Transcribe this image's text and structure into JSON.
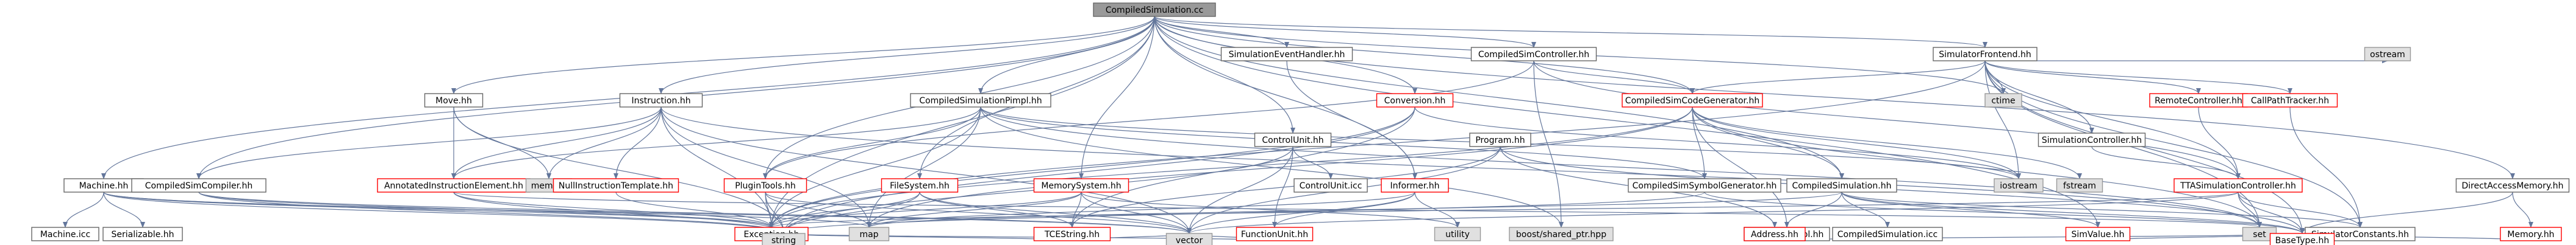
{
  "graph": {
    "colors": {
      "edge": "#63769b",
      "root_fill": "#999999",
      "root_border": "#666666",
      "normal_fill": "#ffffff",
      "normal_border": "#666666",
      "red_border": "#ff0000",
      "system_fill": "#e0e0e0",
      "system_border": "#999999"
    },
    "nodes": [
      {
        "id": "root",
        "label": "CompiledSimulation.cc",
        "style": "root"
      },
      {
        "id": "Machine",
        "label": "Machine.hh",
        "style": "normal"
      },
      {
        "id": "MachineIcc",
        "label": "Machine.icc",
        "style": "normal"
      },
      {
        "id": "Serializable",
        "label": "Serializable.hh",
        "style": "normal"
      },
      {
        "id": "CSCompiler",
        "label": "CompiledSimCompiler.hh",
        "style": "normal"
      },
      {
        "id": "Move",
        "label": "Move.hh",
        "style": "normal"
      },
      {
        "id": "Instruction",
        "label": "Instruction.hh",
        "style": "normal"
      },
      {
        "id": "AnnotatedIE",
        "label": "AnnotatedInstructionElement.hh",
        "style": "red"
      },
      {
        "id": "memory",
        "label": "memory",
        "style": "system"
      },
      {
        "id": "NullIT",
        "label": "NullInstructionTemplate.hh",
        "style": "red"
      },
      {
        "id": "CSimpl",
        "label": "CompiledSimulationPimpl.hh",
        "style": "normal"
      },
      {
        "id": "PluginTools",
        "label": "PluginTools.hh",
        "style": "red"
      },
      {
        "id": "FileSystem",
        "label": "FileSystem.hh",
        "style": "red"
      },
      {
        "id": "MemorySystem",
        "label": "MemorySystem.hh",
        "style": "red"
      },
      {
        "id": "SimEventHandler",
        "label": "SimulationEventHandler.hh",
        "style": "normal"
      },
      {
        "id": "ControlUnit",
        "label": "ControlUnit.hh",
        "style": "normal"
      },
      {
        "id": "ControlUnitIcc",
        "label": "ControlUnit.icc",
        "style": "normal"
      },
      {
        "id": "Conversion",
        "label": "Conversion.hh",
        "style": "red"
      },
      {
        "id": "Informer",
        "label": "Informer.hh",
        "style": "red"
      },
      {
        "id": "Program",
        "label": "Program.hh",
        "style": "normal"
      },
      {
        "id": "CSController",
        "label": "CompiledSimController.hh",
        "style": "normal"
      },
      {
        "id": "CSCodeGen",
        "label": "CompiledSimCodeGenerator.hh",
        "style": "red"
      },
      {
        "id": "CSSymbolGen",
        "label": "CompiledSimSymbolGenerator.hh",
        "style": "normal"
      },
      {
        "id": "CSimHH",
        "label": "CompiledSimulation.hh",
        "style": "normal"
      },
      {
        "id": "CSimIcc",
        "label": "CompiledSimulation.icc",
        "style": "normal"
      },
      {
        "id": "OperationPool",
        "label": "OperationPool.hh",
        "style": "normal"
      },
      {
        "id": "SimFrontend",
        "label": "SimulatorFrontend.hh",
        "style": "normal"
      },
      {
        "id": "ctime",
        "label": "ctime",
        "style": "system"
      },
      {
        "id": "SimController",
        "label": "SimulationController.hh",
        "style": "normal"
      },
      {
        "id": "RemoteController",
        "label": "RemoteController.hh",
        "style": "red"
      },
      {
        "id": "CallPathTracker",
        "label": "CallPathTracker.hh",
        "style": "red"
      },
      {
        "id": "ostream",
        "label": "ostream",
        "style": "system"
      },
      {
        "id": "TTASimController",
        "label": "TTASimulationController.hh",
        "style": "red"
      },
      {
        "id": "DirectAccessMemory",
        "label": "DirectAccessMemory.hh",
        "style": "normal"
      },
      {
        "id": "Memory",
        "label": "Memory.hh",
        "style": "red"
      },
      {
        "id": "iostream",
        "label": "iostream",
        "style": "system"
      },
      {
        "id": "fstream",
        "label": "fstream",
        "style": "system"
      },
      {
        "id": "map",
        "label": "map",
        "style": "system"
      },
      {
        "id": "utility",
        "label": "utility",
        "style": "system"
      },
      {
        "id": "boostShared",
        "label": "boost/shared_ptr.hpp",
        "style": "system"
      },
      {
        "id": "set",
        "label": "set",
        "style": "system"
      },
      {
        "id": "SimConstants",
        "label": "SimulatorConstants.hh",
        "style": "normal"
      },
      {
        "id": "Exception",
        "label": "Exception.hh",
        "style": "red"
      },
      {
        "id": "TCEString",
        "label": "TCEString.hh",
        "style": "red"
      },
      {
        "id": "FunctionUnit",
        "label": "FunctionUnit.hh",
        "style": "red"
      },
      {
        "id": "Address",
        "label": "Address.hh",
        "style": "red"
      },
      {
        "id": "SimValue",
        "label": "SimValue.hh",
        "style": "red"
      },
      {
        "id": "BaseType",
        "label": "BaseType.hh",
        "style": "red"
      },
      {
        "id": "string",
        "label": "string",
        "style": "system"
      },
      {
        "id": "vector",
        "label": "vector",
        "style": "system"
      }
    ],
    "edges": [
      [
        "root",
        "Machine"
      ],
      [
        "root",
        "CSCompiler"
      ],
      [
        "root",
        "Move"
      ],
      [
        "root",
        "Instruction"
      ],
      [
        "root",
        "CSimpl"
      ],
      [
        "root",
        "PluginTools"
      ],
      [
        "root",
        "FileSystem"
      ],
      [
        "root",
        "MemorySystem"
      ],
      [
        "root",
        "SimEventHandler"
      ],
      [
        "root",
        "ControlUnit"
      ],
      [
        "root",
        "Conversion"
      ],
      [
        "root",
        "Informer"
      ],
      [
        "root",
        "CSController"
      ],
      [
        "root",
        "CSCodeGen"
      ],
      [
        "root",
        "CSimHH"
      ],
      [
        "root",
        "SimFrontend"
      ],
      [
        "root",
        "DirectAccessMemory"
      ],
      [
        "root",
        "ctime"
      ],
      [
        "root",
        "Exception"
      ],
      [
        "root",
        "SimValue"
      ],
      [
        "Machine",
        "MachineIcc"
      ],
      [
        "Machine",
        "Serializable"
      ],
      [
        "Machine",
        "string"
      ],
      [
        "Machine",
        "Exception"
      ],
      [
        "Machine",
        "vector"
      ],
      [
        "Machine",
        "map"
      ],
      [
        "CSCompiler",
        "string"
      ],
      [
        "CSCompiler",
        "Exception"
      ],
      [
        "CSCompiler",
        "vector"
      ],
      [
        "Move",
        "memory"
      ],
      [
        "Move",
        "AnnotatedIE"
      ],
      [
        "Move",
        "string"
      ],
      [
        "Instruction",
        "AnnotatedIE"
      ],
      [
        "Instruction",
        "NullIT"
      ],
      [
        "Instruction",
        "memory"
      ],
      [
        "Instruction",
        "Exception"
      ],
      [
        "Instruction",
        "vector"
      ],
      [
        "Instruction",
        "map"
      ],
      [
        "Instruction",
        "set"
      ],
      [
        "Instruction",
        "CSCompiler"
      ],
      [
        "AnnotatedIE",
        "Exception"
      ],
      [
        "AnnotatedIE",
        "string"
      ],
      [
        "AnnotatedIE",
        "set"
      ],
      [
        "NullIT",
        "Exception"
      ],
      [
        "CSimpl",
        "PluginTools"
      ],
      [
        "CSimpl",
        "map"
      ],
      [
        "CSimpl",
        "set"
      ],
      [
        "CSimpl",
        "iostream"
      ],
      [
        "CSimpl",
        "boostShared"
      ],
      [
        "CSimpl",
        "Exception"
      ],
      [
        "CSimpl",
        "CSSymbolGen"
      ],
      [
        "CSimpl",
        "AnnotatedIE"
      ],
      [
        "PluginTools",
        "Exception"
      ],
      [
        "PluginTools",
        "string"
      ],
      [
        "PluginTools",
        "map"
      ],
      [
        "PluginTools",
        "vector"
      ],
      [
        "FileSystem",
        "Exception"
      ],
      [
        "FileSystem",
        "string"
      ],
      [
        "FileSystem",
        "TCEString"
      ],
      [
        "FileSystem",
        "vector"
      ],
      [
        "MemorySystem",
        "map"
      ],
      [
        "MemorySystem",
        "vector"
      ],
      [
        "MemorySystem",
        "Exception"
      ],
      [
        "MemorySystem",
        "TCEString"
      ],
      [
        "MemorySystem",
        "utility"
      ],
      [
        "SimEventHandler",
        "Informer"
      ],
      [
        "ControlUnit",
        "ControlUnitIcc"
      ],
      [
        "ControlUnit",
        "FunctionUnit"
      ],
      [
        "ControlUnit",
        "vector"
      ],
      [
        "ControlUnit",
        "string"
      ],
      [
        "Conversion",
        "Exception"
      ],
      [
        "Conversion",
        "string"
      ],
      [
        "Conversion",
        "TCEString"
      ],
      [
        "Conversion",
        "iostream"
      ],
      [
        "Informer",
        "FunctionUnit"
      ],
      [
        "Informer",
        "utility"
      ],
      [
        "Informer",
        "map"
      ],
      [
        "Informer",
        "vector"
      ],
      [
        "Program",
        "Address"
      ],
      [
        "Program",
        "vector"
      ],
      [
        "Program",
        "TCEString"
      ],
      [
        "Program",
        "BaseType"
      ],
      [
        "CSController",
        "CSCodeGen"
      ],
      [
        "CSController",
        "TTASimController"
      ],
      [
        "CSController",
        "PluginTools"
      ],
      [
        "CSController",
        "boostShared"
      ],
      [
        "CSCodeGen",
        "CSSymbolGen"
      ],
      [
        "CSCodeGen",
        "CSimHH"
      ],
      [
        "CSCodeGen",
        "OperationPool"
      ],
      [
        "CSCodeGen",
        "iostream"
      ],
      [
        "CSCodeGen",
        "fstream"
      ],
      [
        "CSCodeGen",
        "set"
      ],
      [
        "CSCodeGen",
        "map"
      ],
      [
        "CSCodeGen",
        "Exception"
      ],
      [
        "CSSymbolGen",
        "string"
      ],
      [
        "CSSymbolGen",
        "BaseType"
      ],
      [
        "CSimHH",
        "CSimIcc"
      ],
      [
        "CSimHH",
        "OperationPool"
      ],
      [
        "CSimHH",
        "SimValue"
      ],
      [
        "CSimHH",
        "BaseType"
      ],
      [
        "CSimHH",
        "SimConstants"
      ],
      [
        "CSimHH",
        "map"
      ],
      [
        "SimFrontend",
        "ctime"
      ],
      [
        "SimFrontend",
        "SimController"
      ],
      [
        "SimFrontend",
        "RemoteController"
      ],
      [
        "SimFrontend",
        "CallPathTracker"
      ],
      [
        "SimFrontend",
        "ostream"
      ],
      [
        "SimFrontend",
        "TTASimController"
      ],
      [
        "SimFrontend",
        "iostream"
      ],
      [
        "SimFrontend",
        "set"
      ],
      [
        "SimFrontend",
        "BaseType"
      ],
      [
        "SimFrontend",
        "SimConstants"
      ],
      [
        "SimFrontend",
        "CSCodeGen"
      ],
      [
        "SimFrontend",
        "Exception"
      ],
      [
        "SimController",
        "TTASimController"
      ],
      [
        "RemoteController",
        "TTASimController"
      ],
      [
        "CallPathTracker",
        "SimConstants"
      ],
      [
        "TTASimController",
        "SimConstants"
      ],
      [
        "TTASimController",
        "set"
      ],
      [
        "TTASimController",
        "BaseType"
      ],
      [
        "TTASimController",
        "vector"
      ],
      [
        "TTASimController",
        "Exception"
      ],
      [
        "DirectAccessMemory",
        "Memory"
      ],
      [
        "DirectAccessMemory",
        "BaseType"
      ],
      [
        "Memory",
        "BaseType"
      ],
      [
        "Exception",
        "string"
      ],
      [
        "TCEString",
        "string"
      ],
      [
        "TCEString",
        "vector"
      ],
      [
        "FunctionUnit",
        "string"
      ],
      [
        "FunctionUnit",
        "vector"
      ],
      [
        "Address",
        "BaseType"
      ],
      [
        "SimValue",
        "BaseType"
      ]
    ]
  }
}
